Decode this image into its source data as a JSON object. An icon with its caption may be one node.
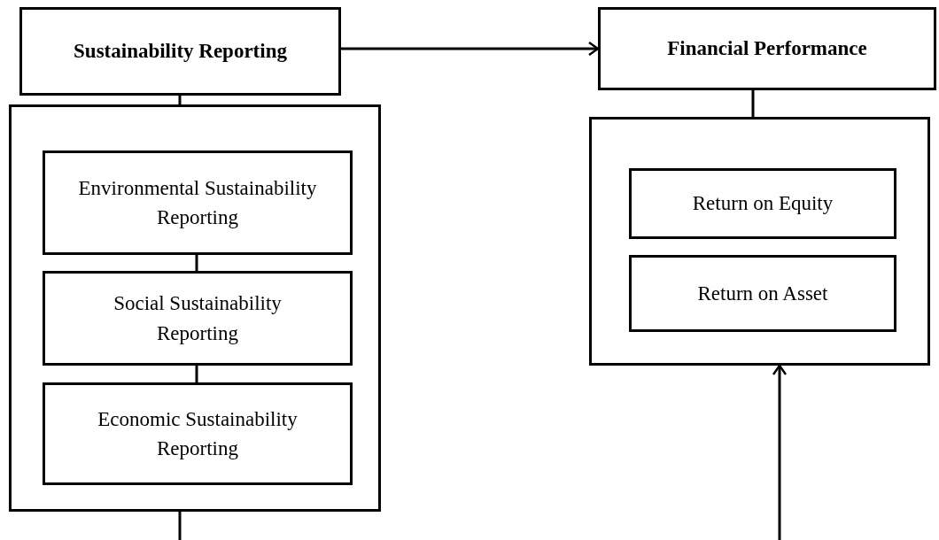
{
  "diagram": {
    "nodes": [
      {
        "text": [
          "Sustainability Reporting"
        ]
      },
      {
        "text": [],
        "shape": "box"
      },
      {
        "text": [
          "Environmental Sustainability Reporting"
        ],
        "in": 1
      },
      {
        "text": [
          "Social Sustainability Reporting"
        ],
        "in": 1
      },
      {
        "text": [
          "Economic Sustainability Reporting"
        ],
        "in": 1
      },
      {
        "text": [
          "Financial Performance"
        ]
      },
      {
        "text": [],
        "shape": "box"
      },
      {
        "text": [
          "Return on Equity"
        ],
        "in": 6
      },
      {
        "text": [
          "Return on Asset"
        ],
        "in": 6
      }
    ],
    "edges": [
      {
        "from": 0,
        "to": 5,
        "arrow": "to"
      },
      {
        "from": 0,
        "to": 1,
        "arrow": "none"
      },
      {
        "from": 2,
        "to": 3,
        "arrow": "none"
      },
      {
        "from": 3,
        "to": 4,
        "arrow": "none"
      },
      {
        "from": 5,
        "to": 6,
        "arrow": "none"
      },
      {
        "from": 1,
        "to": null,
        "arrow": "none"
      },
      {
        "from": null,
        "to": 6,
        "arrow": "to"
      }
    ]
  }
}
